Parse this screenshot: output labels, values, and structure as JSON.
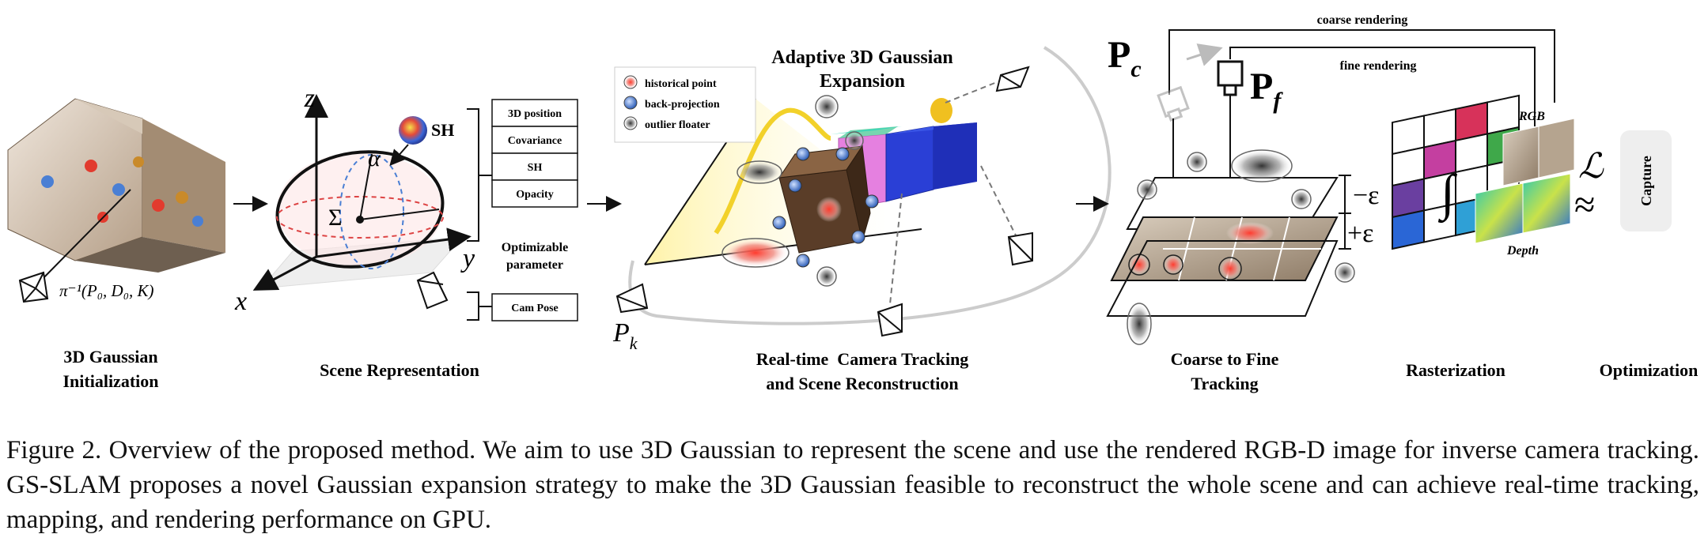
{
  "init": {
    "title_line1": "3D Gaussian",
    "title_line2": "Initialization",
    "projection_label": "π⁻¹(P₀, D₀, K)"
  },
  "scene": {
    "title": "Scene Representation",
    "axis_z": "z",
    "axis_x": "x",
    "axis_y": "y",
    "alpha": "α",
    "sigma": "Σ",
    "sh_label": "SH",
    "params": [
      "3D position",
      "Covariance",
      "SH",
      "Opacity"
    ],
    "optimizable_line1": "Optimizable",
    "optimizable_line2": "parameter",
    "cam_pose": "Cam Pose"
  },
  "tracking": {
    "title_line1": "Real-time  Camera Tracking",
    "title_line2": "and Scene Reconstruction",
    "expansion_line1": "Adaptive 3D Gaussian",
    "expansion_line2": "Expansion",
    "legend": [
      "historical point",
      "back-projection",
      "outlier floater"
    ],
    "legend_colors": [
      "#e23b2e",
      "#4a7fd4",
      "#8a8a8a"
    ],
    "pk_label": "P",
    "pk_sub": "k"
  },
  "coarse_fine": {
    "title_line1": "Coarse to Fine",
    "title_line2": "Tracking",
    "coarse_rendering": "coarse rendering",
    "fine_rendering": "fine rendering",
    "pc_label": "P",
    "pc_sub": "c",
    "pf_label": "P",
    "pf_sub": "f",
    "minus_eps": "−ε",
    "plus_eps": "+ε"
  },
  "raster": {
    "title": "Rasterization",
    "rgb_label": "RGB",
    "depth_label": "Depth",
    "integral": "∫"
  },
  "optim": {
    "title": "Optimization",
    "loss": "ℒ",
    "approx": "≈",
    "capture": "Capture"
  },
  "caption": {
    "text": "Figure 2.  Overview of the proposed method.  We aim to use 3D Gaussian to represent the scene and use the rendered RGB-D image for inverse camera tracking.  GS-SLAM proposes a novel Gaussian expansion strategy to make the 3D Gaussian feasible to reconstruct the whole scene and can achieve real-time tracking, mapping, and rendering performance on GPU."
  }
}
